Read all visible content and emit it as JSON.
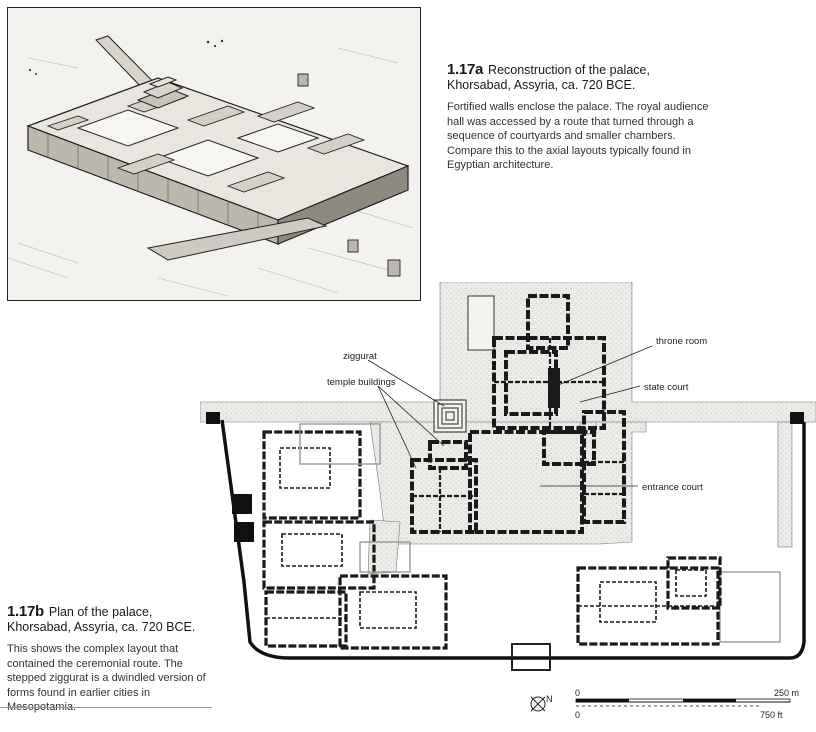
{
  "caption_a": {
    "number": "1.17a",
    "title": "Reconstruction of the palace, Khorsabad, Assyria, ca. 720 BCE.",
    "body": "Fortified walls enclose the palace. The royal audience hall was accessed by a route that turned through a sequence of courtyards and smaller chambers. Compare this to the axial layouts typically found in Egyptian architecture."
  },
  "caption_b": {
    "number": "1.17b",
    "title": "Plan of the palace, Khorsabad, Assyria, ca. 720 BCE.",
    "body": "This shows the complex layout that contained the ceremonial route. The stepped ziggurat is a dwindled version of forms found in earlier cities in Mesopotamia."
  },
  "plan_labels": {
    "ziggurat": "ziggurat",
    "temple_buildings": "temple buildings",
    "throne_room": "throne room",
    "state_court": "state court",
    "entrance_court": "entrance court"
  },
  "scale": {
    "metric_zero": "0",
    "metric_max": "250 m",
    "imperial_zero": "0",
    "imperial_max": "750 ft"
  },
  "north_symbol": "N"
}
